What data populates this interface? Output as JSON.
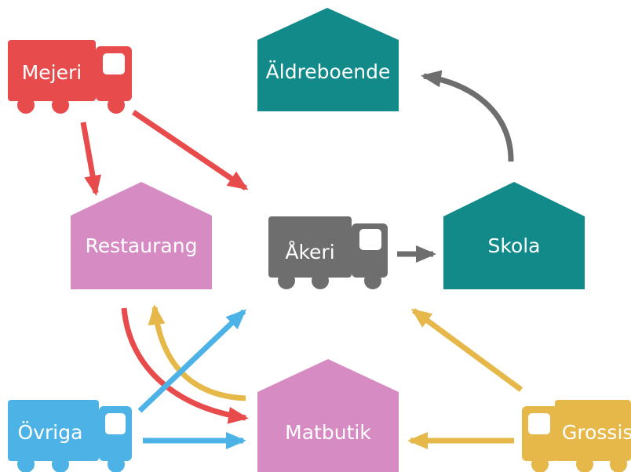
{
  "colors": {
    "red": "#e84b4b",
    "teal": "#138a8a",
    "pink": "#d68cc2",
    "gray": "#6e6e6e",
    "blue": "#4db3e6",
    "yellow": "#e6b84a"
  },
  "nodes": {
    "mejeri": {
      "label": "Mejeri",
      "shape": "truck",
      "color": "red"
    },
    "aldreboende": {
      "label": "Äldreboende",
      "shape": "house",
      "color": "teal"
    },
    "restaurang": {
      "label": "Restaurang",
      "shape": "house",
      "color": "pink"
    },
    "akeri": {
      "label": "Åkeri",
      "shape": "truck",
      "color": "gray"
    },
    "skola": {
      "label": "Skola",
      "shape": "house",
      "color": "teal"
    },
    "ovriga": {
      "label": "Övriga",
      "shape": "truck",
      "color": "blue"
    },
    "matbutik": {
      "label": "Matbutik",
      "shape": "house",
      "color": "pink"
    },
    "grossist": {
      "label": "Grossist",
      "shape": "truck",
      "color": "yellow"
    }
  },
  "arrows": [
    {
      "from": "Mejeri",
      "to": "Restaurang",
      "color": "red"
    },
    {
      "from": "Mejeri",
      "to": "Åkeri",
      "color": "red"
    },
    {
      "from": "Restaurang",
      "to": "Matbutik",
      "color": "red"
    },
    {
      "from": "Matbutik",
      "to": "Restaurang",
      "color": "yellow"
    },
    {
      "from": "Övriga",
      "to": "Åkeri",
      "color": "blue"
    },
    {
      "from": "Övriga",
      "to": "Matbutik",
      "color": "blue"
    },
    {
      "from": "Åkeri",
      "to": "Skola",
      "color": "gray"
    },
    {
      "from": "Skola",
      "to": "Äldreboende",
      "color": "gray"
    },
    {
      "from": "Grossist",
      "to": "Åkeri",
      "color": "yellow"
    },
    {
      "from": "Grossist",
      "to": "Matbutik",
      "color": "yellow"
    }
  ]
}
